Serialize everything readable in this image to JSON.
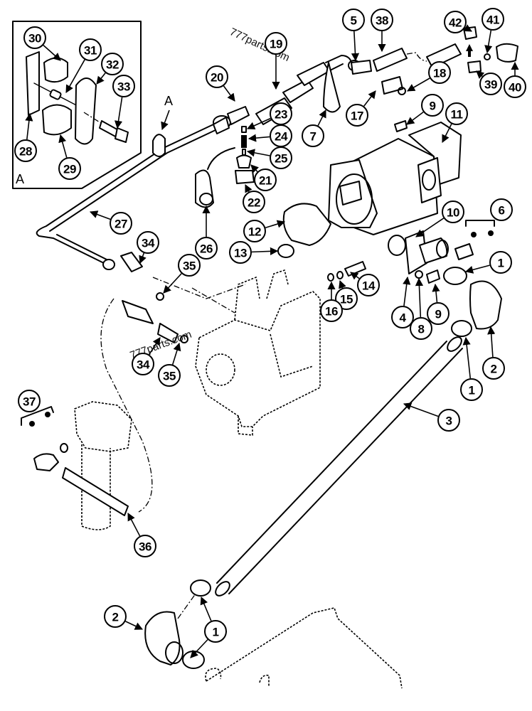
{
  "diagram": {
    "type": "exploded-parts-diagram",
    "watermarks": [
      "777parts.com",
      "777parts.com"
    ],
    "detail_view": {
      "label": "A",
      "reference_label": "A",
      "callouts": [
        "28",
        "29",
        "30",
        "31",
        "32",
        "33"
      ]
    },
    "callouts": [
      {
        "id": "c1a",
        "label": "1"
      },
      {
        "id": "c1b",
        "label": "1"
      },
      {
        "id": "c1c",
        "label": "1"
      },
      {
        "id": "c2a",
        "label": "2"
      },
      {
        "id": "c2b",
        "label": "2"
      },
      {
        "id": "c3",
        "label": "3"
      },
      {
        "id": "c4",
        "label": "4"
      },
      {
        "id": "c5",
        "label": "5"
      },
      {
        "id": "c6",
        "label": "6"
      },
      {
        "id": "c7",
        "label": "7"
      },
      {
        "id": "c8",
        "label": "8"
      },
      {
        "id": "c9a",
        "label": "9"
      },
      {
        "id": "c9b",
        "label": "9"
      },
      {
        "id": "c10",
        "label": "10"
      },
      {
        "id": "c11",
        "label": "11"
      },
      {
        "id": "c12",
        "label": "12"
      },
      {
        "id": "c13",
        "label": "13"
      },
      {
        "id": "c14",
        "label": "14"
      },
      {
        "id": "c15",
        "label": "15"
      },
      {
        "id": "c16",
        "label": "16"
      },
      {
        "id": "c17",
        "label": "17"
      },
      {
        "id": "c18",
        "label": "18"
      },
      {
        "id": "c19",
        "label": "19"
      },
      {
        "id": "c20",
        "label": "20"
      },
      {
        "id": "c21",
        "label": "21"
      },
      {
        "id": "c22",
        "label": "22"
      },
      {
        "id": "c23",
        "label": "23"
      },
      {
        "id": "c24",
        "label": "24"
      },
      {
        "id": "c25",
        "label": "25"
      },
      {
        "id": "c26",
        "label": "26"
      },
      {
        "id": "c27",
        "label": "27"
      },
      {
        "id": "c28",
        "label": "28"
      },
      {
        "id": "c29",
        "label": "29"
      },
      {
        "id": "c30",
        "label": "30"
      },
      {
        "id": "c31",
        "label": "31"
      },
      {
        "id": "c32",
        "label": "32"
      },
      {
        "id": "c33",
        "label": "33"
      },
      {
        "id": "c34a",
        "label": "34"
      },
      {
        "id": "c34b",
        "label": "34"
      },
      {
        "id": "c35a",
        "label": "35"
      },
      {
        "id": "c35b",
        "label": "35"
      },
      {
        "id": "c36",
        "label": "36"
      },
      {
        "id": "c37",
        "label": "37"
      },
      {
        "id": "c38",
        "label": "38"
      },
      {
        "id": "c39",
        "label": "39"
      },
      {
        "id": "c40",
        "label": "40"
      },
      {
        "id": "c41",
        "label": "41"
      },
      {
        "id": "c42",
        "label": "42"
      }
    ]
  }
}
